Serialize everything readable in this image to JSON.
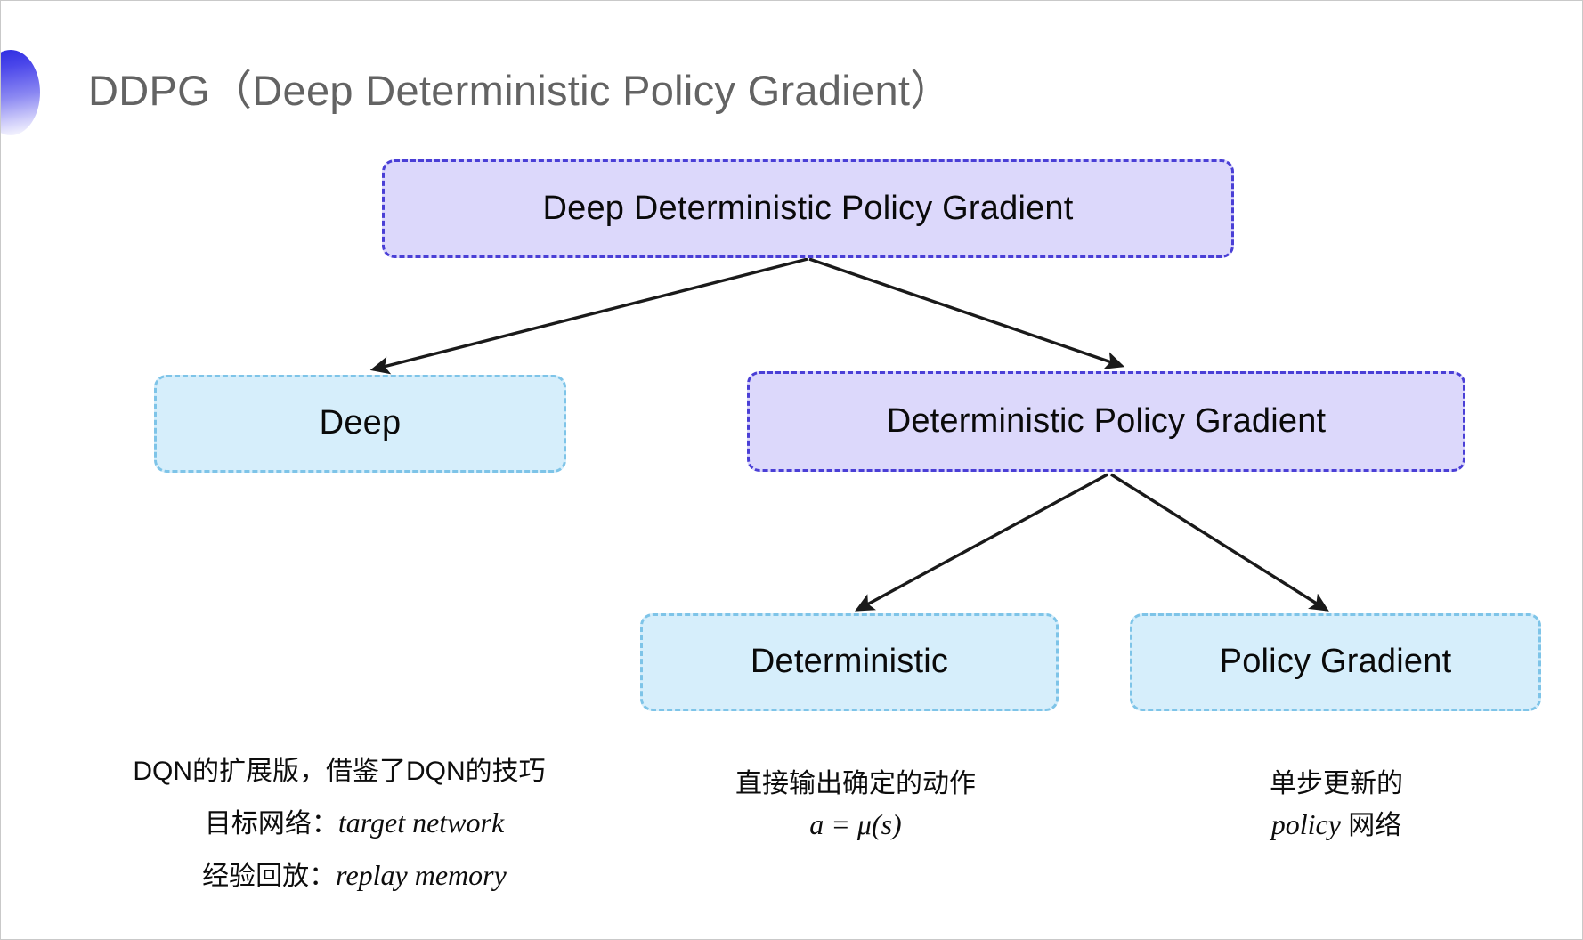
{
  "slide": {
    "title": "DDPG（Deep Deterministic Policy Gradient）",
    "bullet_icon": "gradient-circle-bullet",
    "title_color": "#636363",
    "background_color": "#ffffff"
  },
  "colors": {
    "purple_fill": "#dcd8fb",
    "purple_border": "#4a3fd6",
    "cyan_fill": "#d6eefb",
    "cyan_border": "#7ec4e8",
    "arrow": "#1a1a1a"
  },
  "diagram": {
    "type": "tree",
    "nodes": [
      {
        "id": "root",
        "label": "Deep Deterministic Policy Gradient",
        "style": "purple",
        "level": 0
      },
      {
        "id": "deep",
        "label": "Deep",
        "style": "cyan",
        "level": 1
      },
      {
        "id": "dpg",
        "label": "Deterministic Policy Gradient",
        "style": "purple",
        "level": 1
      },
      {
        "id": "det",
        "label": "Deterministic",
        "style": "cyan",
        "level": 2
      },
      {
        "id": "pg",
        "label": "Policy Gradient",
        "style": "cyan",
        "level": 2
      }
    ],
    "edges": [
      {
        "from": "root",
        "to": "deep"
      },
      {
        "from": "root",
        "to": "dpg"
      },
      {
        "from": "dpg",
        "to": "det"
      },
      {
        "from": "dpg",
        "to": "pg"
      }
    ]
  },
  "annotations": {
    "deep": {
      "line1": "DQN的扩展版，借鉴了DQN的技巧",
      "line2_label": "目标网络：",
      "line2_term": "target network",
      "line3_label": "经验回放：",
      "line3_term": "replay memory"
    },
    "deterministic": {
      "line1": "直接输出确定的动作",
      "formula": "a = μ(s)"
    },
    "policy_gradient": {
      "line1": "单步更新的",
      "line2_term": "policy",
      "line2_suffix": " 网络"
    }
  }
}
